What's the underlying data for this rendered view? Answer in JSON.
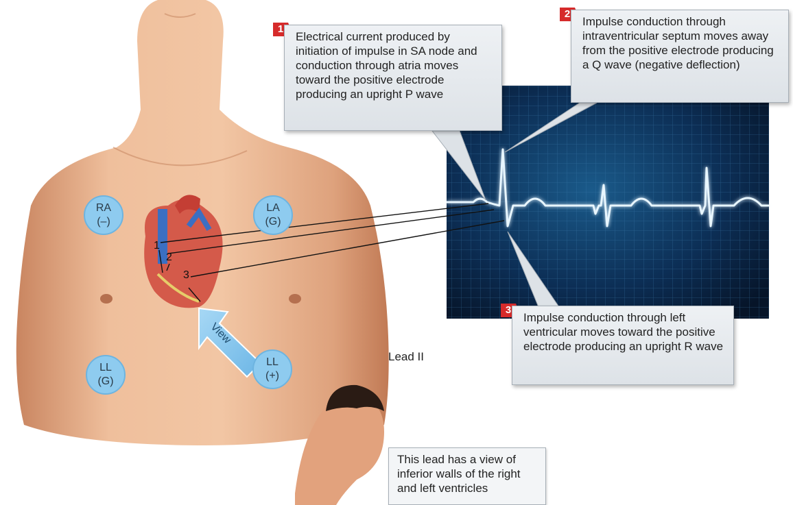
{
  "electrodes": {
    "ra": {
      "name": "RA",
      "polarity": "(–)"
    },
    "la": {
      "name": "LA",
      "polarity": "(G)"
    },
    "ll_left": {
      "name": "LL",
      "polarity": "(G)"
    },
    "ll_right": {
      "name": "LL",
      "polarity": "(+)"
    }
  },
  "lead_label": "Lead II",
  "view_label": "View",
  "heart_numbers": [
    "1",
    "2",
    "3"
  ],
  "callouts": [
    {
      "step": "1",
      "text": "Electrical current produced by initiation of impulse in SA node and conduction through atria moves toward the positive electrode producing an upright P wave"
    },
    {
      "step": "2",
      "text": "Impulse conduction through intraventricular septum moves away from the positive electrode producing a Q wave (negative deflection)"
    },
    {
      "step": "3",
      "text": "Impulse conduction through left ventricular moves toward the positive electrode producing an upright R wave"
    }
  ],
  "view_note": "This lead has a view of inferior walls of the right and left ventricles",
  "colors": {
    "badge_red": "#d62b2b",
    "electrode_blue": "#8ecbef",
    "ecg_trace": "#e8f6ff",
    "monitor_bg": "#0a1f3a",
    "skin": "#e8b08a"
  },
  "icons": {
    "torso": "torso-illustration",
    "heart": "heart-illustration",
    "head": "observer-head-illustration",
    "arrow": "view-arrow-icon"
  }
}
